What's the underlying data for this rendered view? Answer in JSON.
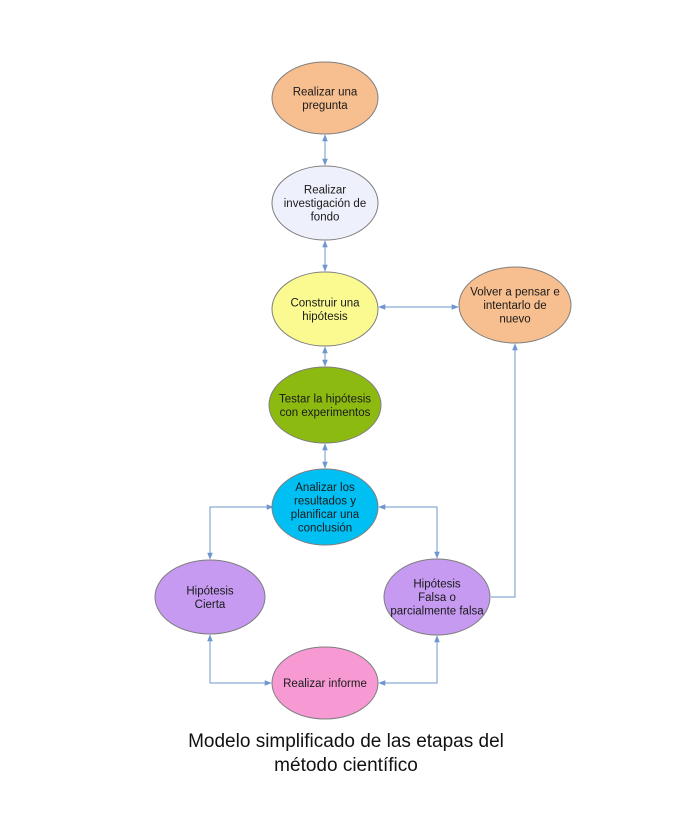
{
  "colors": {
    "arrow": "#6f97cf",
    "stroke": "#7f7f7f"
  },
  "nodes": [
    {
      "id": "pregunta",
      "lines": [
        "Realizar una",
        "pregunta"
      ],
      "fill": "#f7be8f"
    },
    {
      "id": "investigacion",
      "lines": [
        "Realizar",
        "investigación de",
        "fondo"
      ],
      "fill": "#eef0fb"
    },
    {
      "id": "hipotesis",
      "lines": [
        "Construir una",
        "hipótesis"
      ],
      "fill": "#fafa90"
    },
    {
      "id": "testar",
      "lines": [
        "Testar la hipótesis",
        "con experimentos"
      ],
      "fill": "#8cba10"
    },
    {
      "id": "analizar",
      "lines": [
        "Analizar los",
        "resultados y",
        "planificar una",
        "conclusión"
      ],
      "fill": "#00bff3"
    },
    {
      "id": "cierta",
      "lines": [
        "Hipótesis",
        "Cierta"
      ],
      "fill": "#c59af0"
    },
    {
      "id": "falsa",
      "lines": [
        "Hipótesis",
        "Falsa o",
        "parcialmente falsa"
      ],
      "fill": "#c59af0"
    },
    {
      "id": "informe",
      "lines": [
        "Realizar informe"
      ],
      "fill": "#f79ad3"
    },
    {
      "id": "volver",
      "lines": [
        "Volver a pensar e",
        "intentarlo de",
        "nuevo"
      ],
      "fill": "#f7be8f"
    }
  ],
  "caption": {
    "line1": "Modelo simplificado de las etapas del",
    "line2": "método científico"
  }
}
